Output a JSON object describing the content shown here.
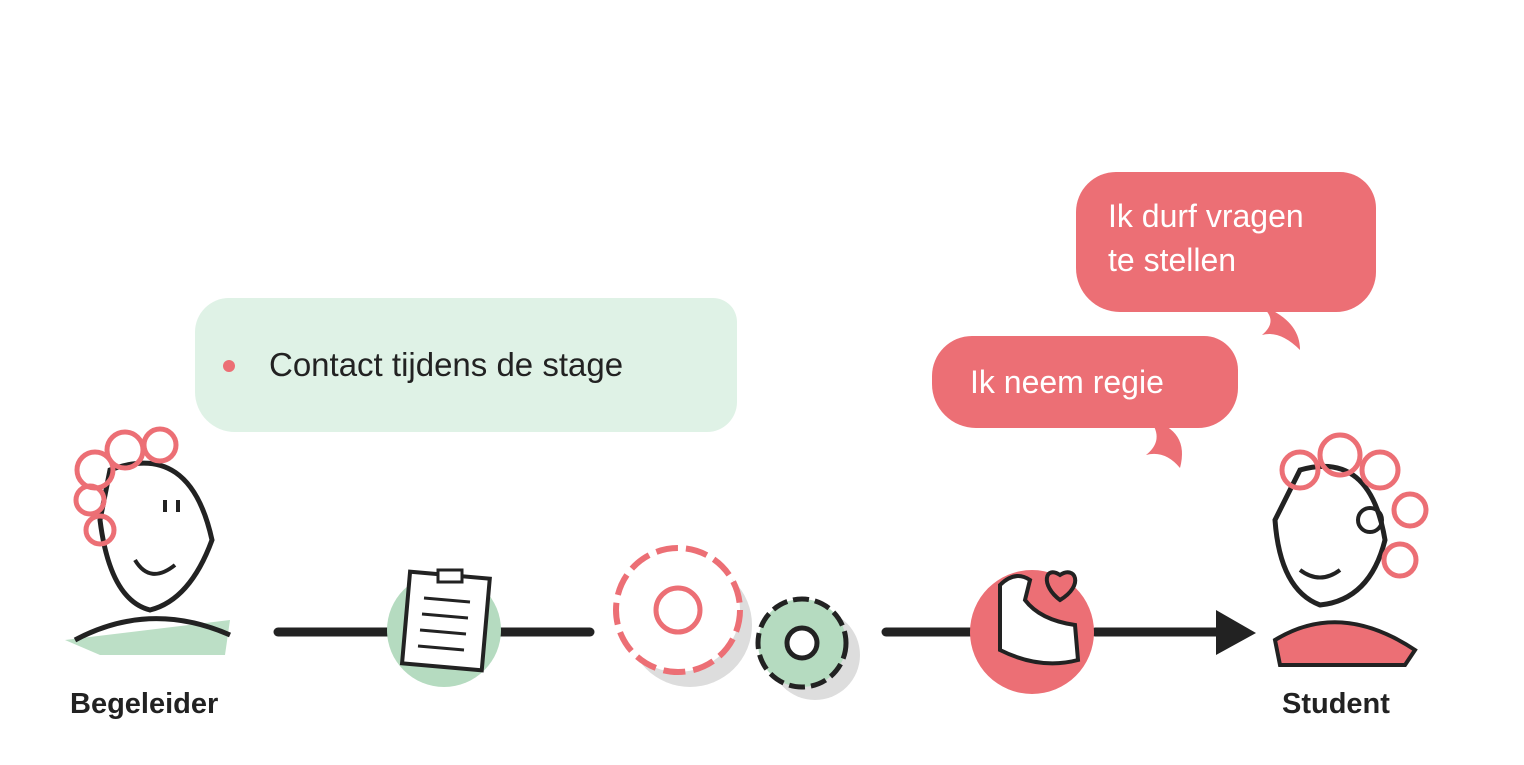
{
  "center_bubble": {
    "bullet_text": "Contact tijdens de stage"
  },
  "speech_bubbles": [
    {
      "text_line1": "Ik durf vragen",
      "text_line2": "te stellen"
    },
    {
      "text": "Ik neem regie"
    }
  ],
  "actors": {
    "left": "Begeleider",
    "right": "Student"
  },
  "colors": {
    "accent": "#ec6f75",
    "green_light": "#dff2e6",
    "green": "#b5dbc0",
    "ink": "#222222"
  }
}
